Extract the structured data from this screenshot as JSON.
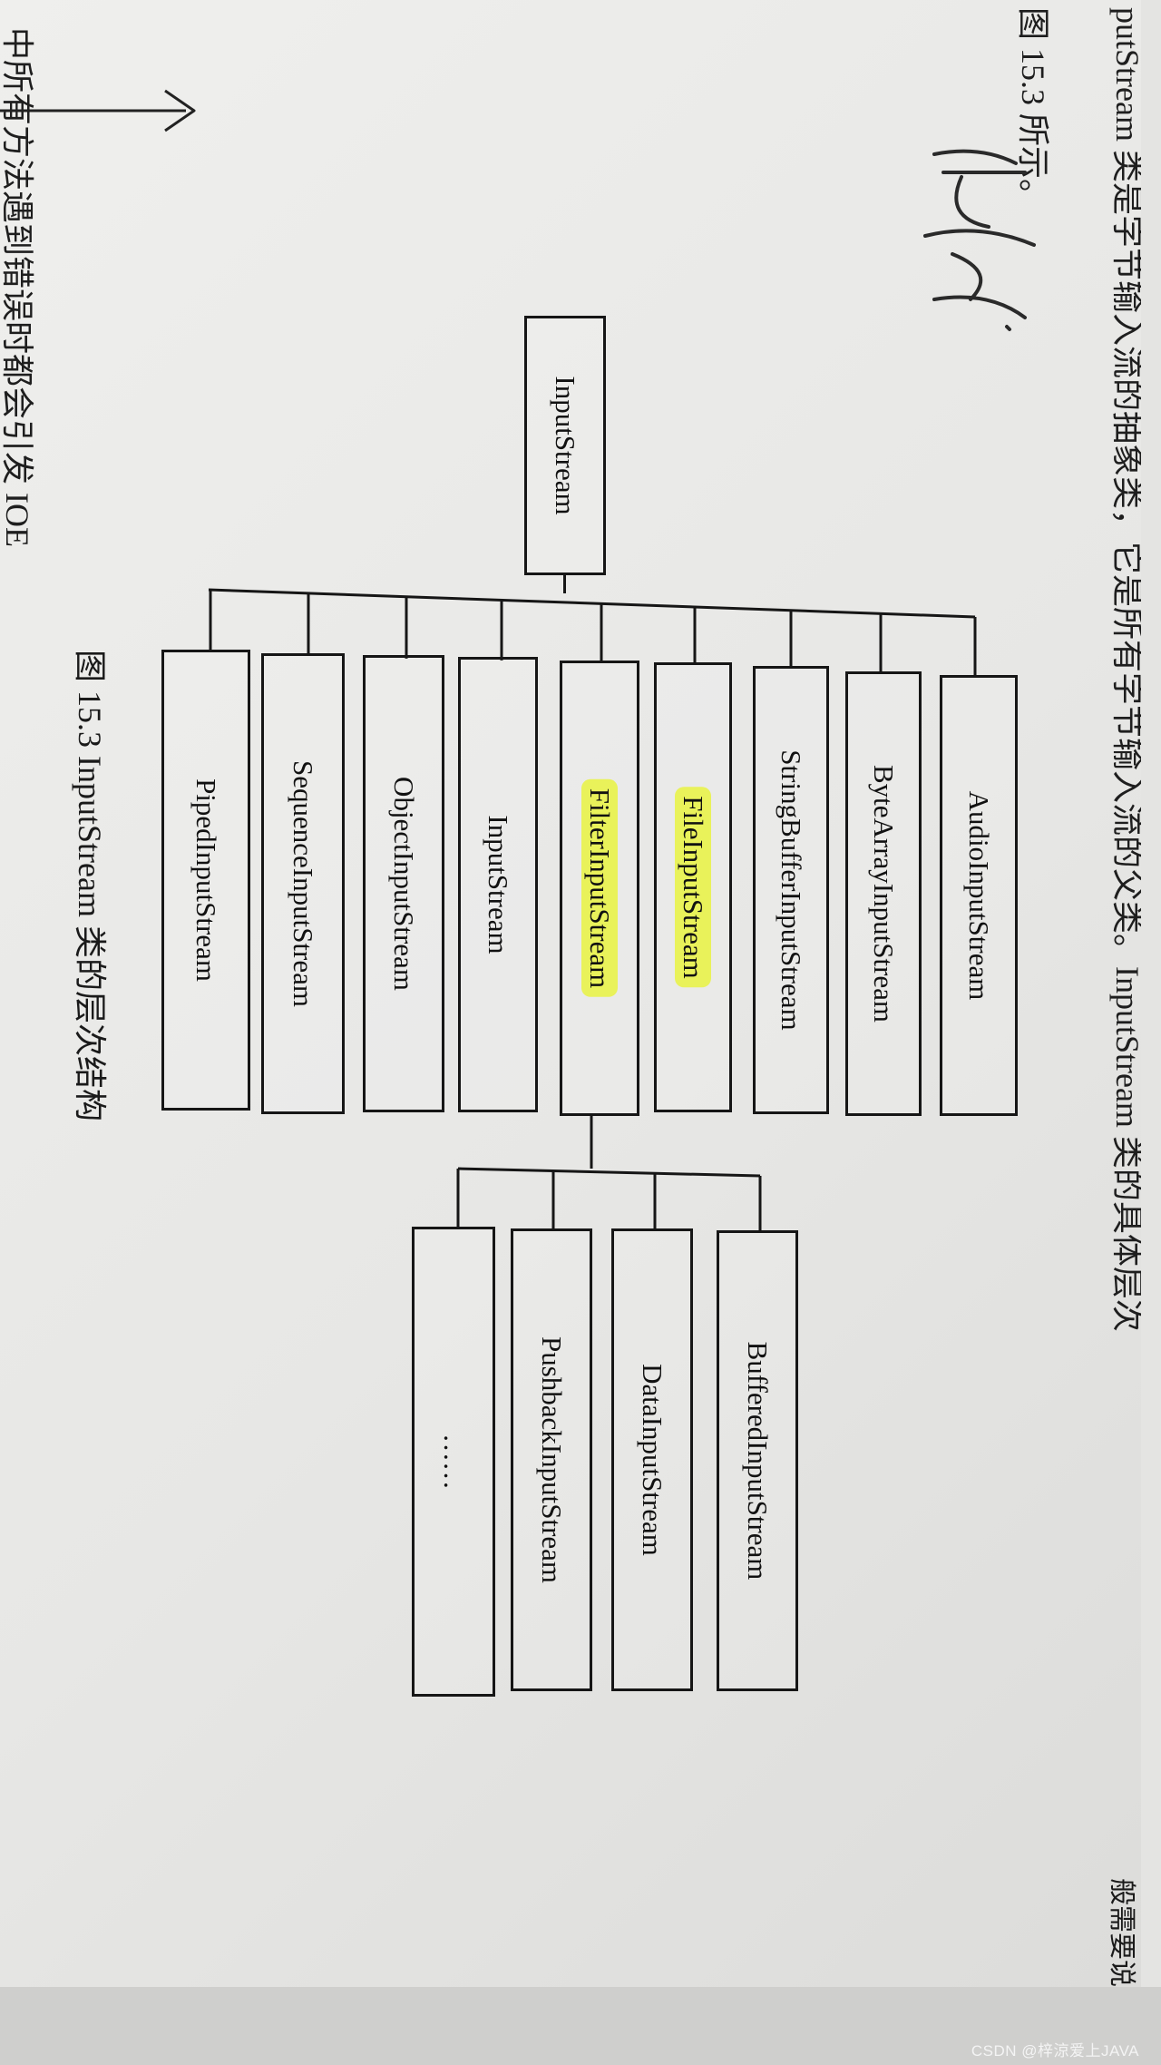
{
  "page_text": {
    "right_col_1": "图 15.3 所示。",
    "right_col_2": "putStream 类是字节输入流的抽象类，它是所有字节输入流的父类。InputStream 类的具体层次",
    "left_col_1": "中所有方法遇到错误时都会引发 IOE",
    "right_edge": "般需要说"
  },
  "diagram": {
    "root": "InputStream",
    "children": [
      "AudioInputStream",
      "ByteArrayInputStream",
      "StringBufferInputStream",
      "FileInputStream",
      "FilterInputStream",
      "InputStream",
      "ObjectInputStream",
      "SequenceInputStream",
      "PipedInputStream"
    ],
    "highlighted": [
      "FileInputStream",
      "FilterInputStream"
    ],
    "filter_children": [
      "BufferedInputStream",
      "DataInputStream",
      "PushbackInputStream",
      "……"
    ]
  },
  "caption": "图 15.3    InputStream 类的层次结构",
  "watermark": "CSDN @梓涼爱上JAVA",
  "colors": {
    "highlight": "#e8f246",
    "ink": "#161616",
    "paper": "#ececea"
  }
}
